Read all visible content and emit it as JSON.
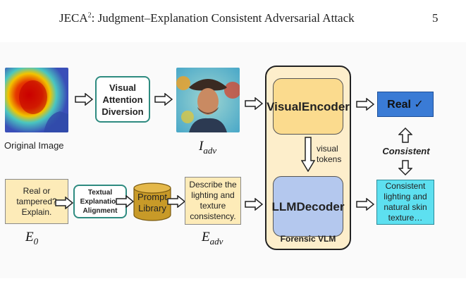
{
  "page": {
    "title_prefix": "JECA",
    "title_sup": "2",
    "title_rest": ": Judgment–Explanation Consistent Adversarial Attack",
    "page_number": "5"
  },
  "figure": {
    "original_image_label": "Original Image",
    "visual_attention_box": [
      "Visual",
      "Attention",
      "Diversion"
    ],
    "adv_image_symbol": "I",
    "adv_image_subscript": "adv",
    "query_box": [
      "Real or",
      "tampered?",
      "Explain."
    ],
    "query_symbol": "E",
    "query_subscript": "0",
    "textual_alignment_box": [
      "Textual",
      "Explanation",
      "Alignment"
    ],
    "prompt_library": [
      "Prompt",
      "Library"
    ],
    "adv_prompt_box": [
      "Describe the",
      "lighting and",
      "texture",
      "consistency."
    ],
    "adv_prompt_symbol": "E",
    "adv_prompt_subscript": "adv",
    "visual_encoder": [
      "Visual",
      "Encoder"
    ],
    "visual_tokens": [
      "visual",
      "tokens"
    ],
    "llm_decoder": [
      "LLM",
      "Decoder"
    ],
    "forensic_vlm_label": "Forensic VLM",
    "real_output": "Real ✓",
    "consistent_label": "Consistent",
    "explanation_output": [
      "Consistent",
      "lighting and",
      "natural skin",
      "texture…"
    ]
  },
  "colors": {
    "teal_border": "#2e8b80",
    "cream_box": "#fdebb8",
    "vlm_panel": "#fdeecb",
    "encoder": "#fbdb8e",
    "decoder": "#b4c8ee",
    "real_box": "#3a7bd5",
    "consistent_box": "#5de0f0",
    "prompt_library": "#c89a28"
  }
}
